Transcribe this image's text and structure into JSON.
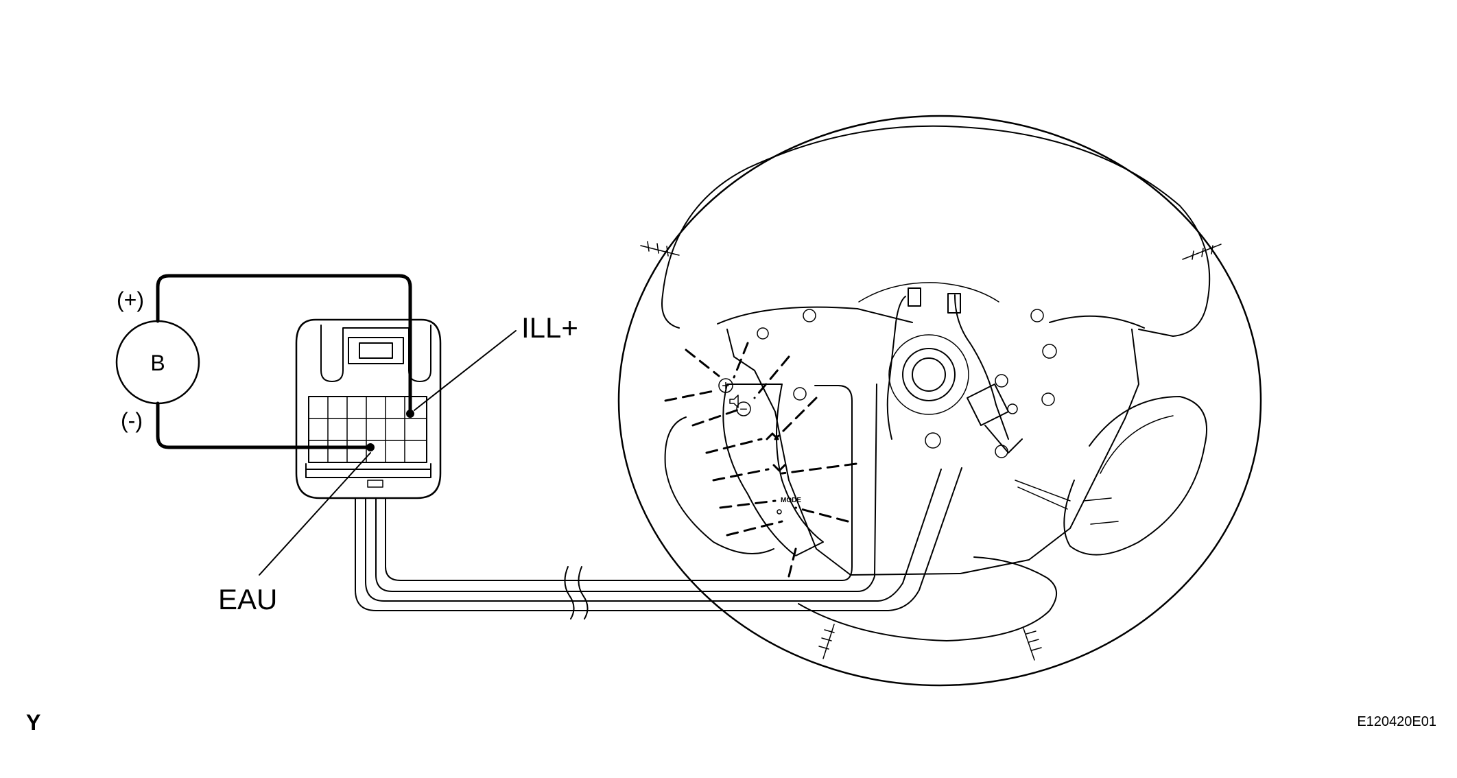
{
  "battery": {
    "label": "B",
    "positive_label": "(+)",
    "negative_label": "(-)"
  },
  "callouts": {
    "ill_plus": "ILL+",
    "eau": "EAU"
  },
  "switch_labels": {
    "mode": "MODE"
  },
  "footer": {
    "view_code": "Y",
    "figure_id": "E120420E01"
  },
  "colors": {
    "line": "#000000",
    "background": "#ffffff"
  }
}
